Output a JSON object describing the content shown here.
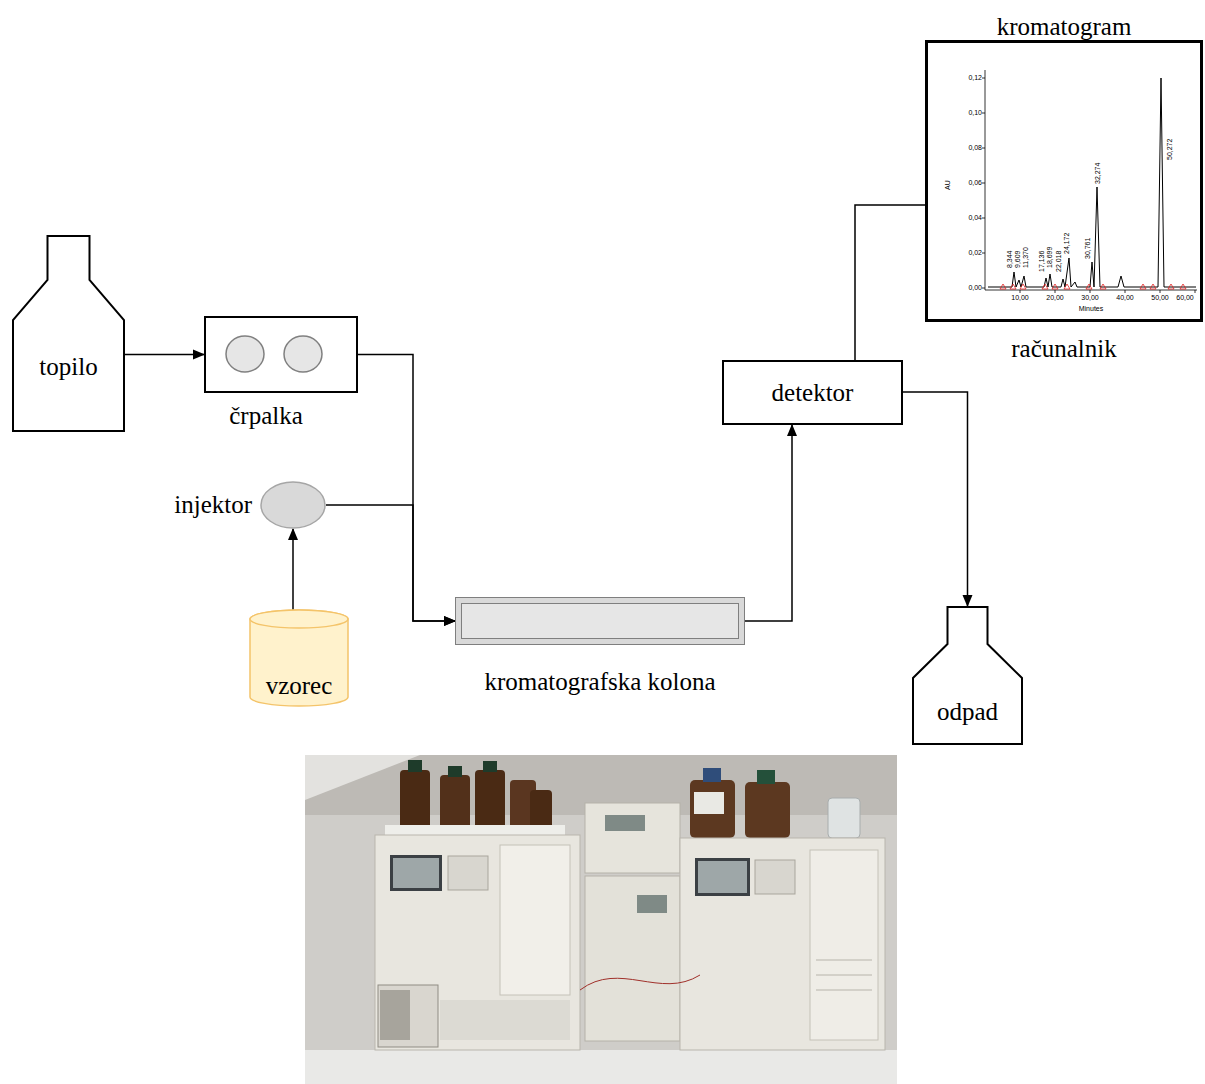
{
  "diagram": {
    "nodes": [
      {
        "text": [
          "topilo"
        ]
      },
      {
        "text": [
          "črpalka"
        ]
      },
      {
        "text": [
          "injektor"
        ]
      },
      {
        "text": [
          "vzorec"
        ]
      },
      {
        "text": [
          "kromatografska kolona"
        ]
      },
      {
        "text": [
          "detektor"
        ]
      },
      {
        "text": [
          "kromatogram",
          "računalnik"
        ]
      },
      {
        "text": [
          "odpad"
        ]
      }
    ],
    "edges": [
      {
        "from": 0,
        "to": 1,
        "arrow": "to"
      },
      {
        "from": 1,
        "to": 4,
        "arrow": "to"
      },
      {
        "from": 2,
        "to": 4,
        "arrow": "to"
      },
      {
        "from": 3,
        "to": 2,
        "arrow": "to"
      },
      {
        "from": 4,
        "to": 5,
        "arrow": "to"
      },
      {
        "from": 5,
        "to": 6,
        "arrow": "none"
      },
      {
        "from": 5,
        "to": 7,
        "arrow": "to"
      }
    ],
    "labels": [
      "0,12",
      "0,10",
      "0,08",
      "0,06",
      "0,04",
      "0,02",
      "0,00",
      "AU",
      "10,00",
      "20,00",
      "30,00",
      "40,00",
      "50,00",
      "60,00",
      "Minutes",
      "8,344",
      "9,609",
      "11,370",
      "17,136",
      "18,699",
      "22,018",
      "24,172",
      "30,761",
      "32,274",
      "50,272"
    ]
  }
}
